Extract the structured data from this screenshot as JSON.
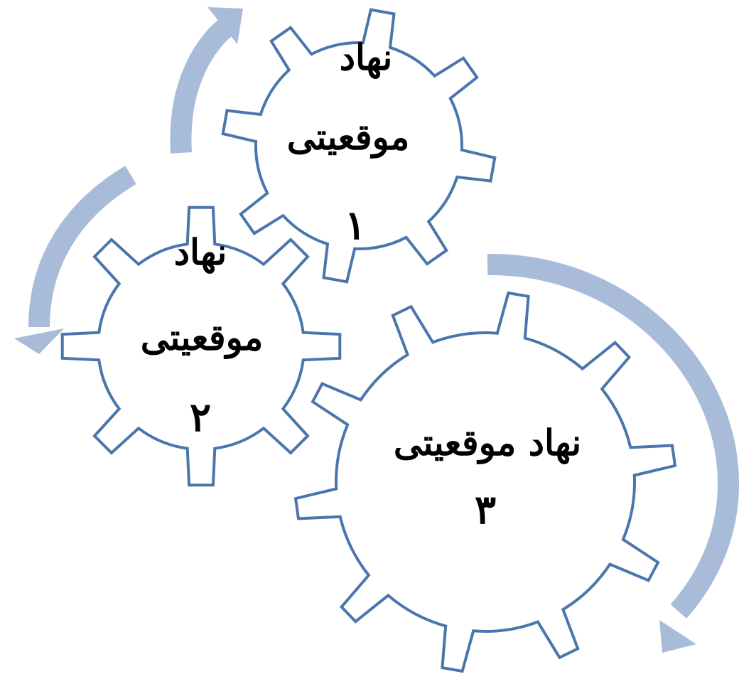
{
  "diagram": {
    "gears": [
      {
        "line1": "نهاد",
        "line2": "موقعیتی",
        "number": "۱"
      },
      {
        "line1": "نهاد",
        "line2": "موقعیتی",
        "number": "۲"
      },
      {
        "line1": "نهاد موقعیتی",
        "number": "۳"
      }
    ],
    "colors": {
      "gear_stroke": "#4a76ad",
      "gear_fill": "#ffffff",
      "arrow": "#a8bcd9",
      "text": "#000000"
    }
  }
}
